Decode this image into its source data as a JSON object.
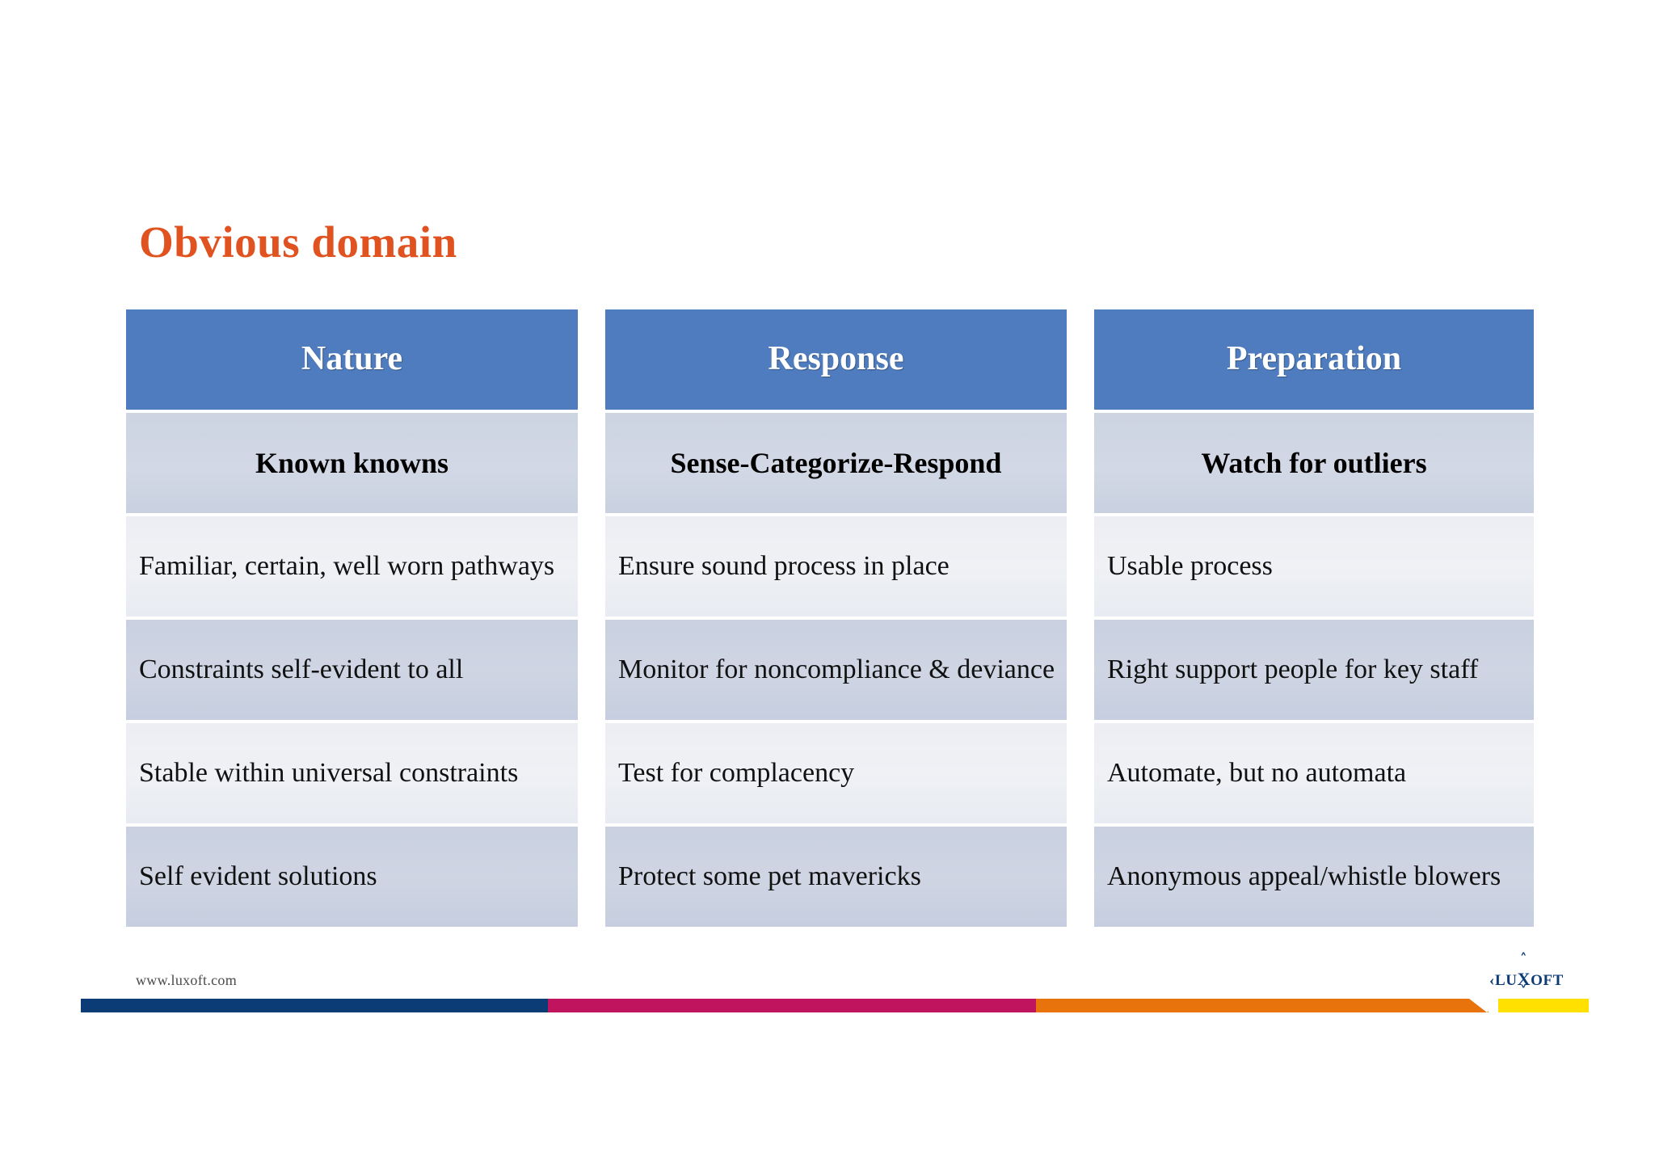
{
  "slide": {
    "title": "Obvious domain",
    "title_color": "#E0521F",
    "background": "#FFFFFF"
  },
  "theme": {
    "header_blue": "#4F7CBE",
    "subheader_bg": "#CDD4E2",
    "row_light": "#ECEEF3",
    "row_dark": "#C9D0E0",
    "text_color": "#111111"
  },
  "table": {
    "columns": [
      {
        "header": "Nature",
        "subheader": "Known knowns",
        "rows": [
          "Familiar, certain, well worn pathways",
          "Constraints self-evident to all",
          "Stable within universal constraints",
          "Self evident solutions"
        ]
      },
      {
        "header": "Response",
        "subheader": "Sense-Categorize-Respond",
        "rows": [
          "Ensure sound process in place",
          "Monitor for noncompliance & deviance",
          "Test for complacency",
          "Protect some pet mavericks"
        ]
      },
      {
        "header": "Preparation",
        "subheader": "Watch for outliers",
        "rows": [
          "Usable process",
          "Right support people for key staff",
          "Automate, but no automata",
          "Anonymous appeal/whistle blowers"
        ]
      }
    ]
  },
  "footer": {
    "url": "www.luxoft.com",
    "logo_text_left": "LU",
    "logo_text_x": "X",
    "logo_text_right": "OFT",
    "chevron_up": "˄",
    "chevron_left": "‹",
    "chevron_down": "˅",
    "bar_colors": {
      "navy": "#0C3C76",
      "magenta": "#C0155E",
      "orange": "#E8720C",
      "yellow": "#FFE000"
    }
  }
}
